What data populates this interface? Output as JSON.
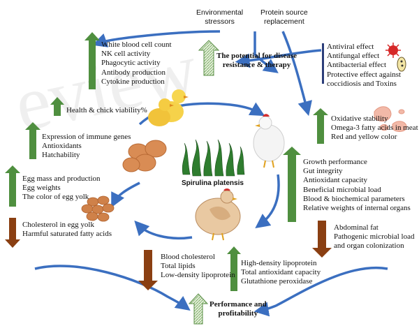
{
  "colors": {
    "up_arrow": "#4f8f3f",
    "down_arrow": "#8a3f12",
    "blue_arrow": "#3b6fc0",
    "hatched_arrow": "#8dbb7a",
    "text": "#111111"
  },
  "header": {
    "environmental": "Environmental\nstressors",
    "protein": "Protein source\nreplacement"
  },
  "center": {
    "disease_title": "The potential for disease\nresistance & therapy",
    "performance_title": "Performance and\nprofitability",
    "spirulina": "Spirulina platensis"
  },
  "left": {
    "immune_cells": [
      "White blood cell count",
      "NK cell activity",
      "Phagocytic activity",
      "Antibody production",
      "Cytokine production"
    ],
    "health": "Health & chick viability%",
    "immune_genes": [
      "Expression of immune genes",
      "Antioxidants",
      "Hatchability"
    ],
    "egg": [
      "Egg mass and production",
      "Egg weights",
      "The color of egg yolk"
    ],
    "cholesterol_yolk": [
      "Cholesterol in egg yolk",
      "Harmful saturated fatty acids"
    ]
  },
  "right": {
    "antiviral": [
      "Antiviral effect",
      "Antifungal effect",
      "Antibacterial effect",
      "Protective effect against",
      "coccidiosis and Toxins"
    ],
    "oxidative": [
      "Oxidative stability",
      "Omega-3 fatty acids in meat",
      "Red and yellow color"
    ],
    "growth": [
      "Growth performance",
      "Gut integrity",
      "Antioxidant capacity",
      "Beneficial microbial load",
      "Blood & biochemical parameters",
      "Relative weights of internal organs"
    ],
    "abdominal": [
      "Abdominal fat",
      "Pathogenic microbial load",
      "and organ colonization"
    ]
  },
  "bottom": {
    "blood": [
      "Blood cholesterol",
      "Total lipids",
      "Low-density lipoprotein"
    ],
    "hdl": [
      "High-density lipoprotein",
      "Total antioxidant capacity",
      "Glutathione peroxidase"
    ]
  }
}
